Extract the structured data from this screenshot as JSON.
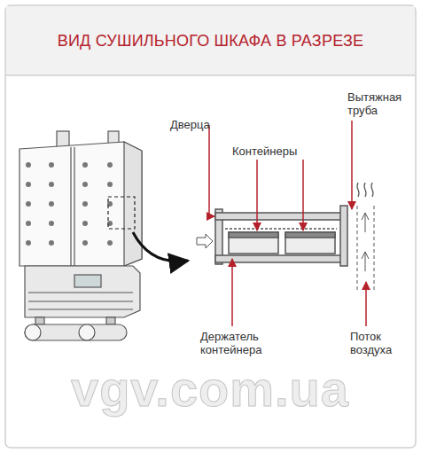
{
  "diagram": {
    "title": "ВИД СУШИЛЬНОГО ШКАФА В РАЗРЕЗЕ",
    "labels": [
      "Дверца",
      "Контейнеры",
      "Вытяжная труба",
      "Держатель контейнера",
      "Поток воздуха",
      "vgv.com.ua"
    ]
  }
}
